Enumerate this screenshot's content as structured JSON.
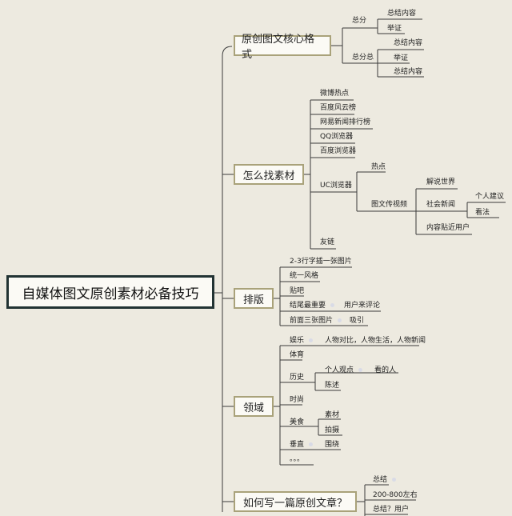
{
  "root": "自媒体图文原创素材必备技巧",
  "b1": {
    "title": "原创图文核心格式",
    "zongfen": "总分",
    "zf_1": "总结内容",
    "zf_2": "举证",
    "zongfenzong": "总分总",
    "zfz_1": "总结内容",
    "zfz_2": "举证",
    "zfz_3": "总结内容"
  },
  "b2": {
    "title": "怎么找素材",
    "s1": "微博热点",
    "s2": "百度风云榜",
    "s3": "网易新闻排行榜",
    "s4": "QQ浏览器",
    "s5": "百度浏览器",
    "uc": "UC浏览器",
    "uc_hot": "热点",
    "uc_video": "图文传视频",
    "v1": "解说世界",
    "v2": "社会新闻",
    "v2_a": "个人建议",
    "v2_b": "看法",
    "v3": "内容贴近用户",
    "s7": "友链"
  },
  "b3": {
    "title": "排版",
    "p1": "2-3行字插一张图片",
    "p2": "统一风格",
    "p3": "贴吧",
    "p4": "结尾最重要",
    "p4_a": "用户来评论",
    "p5": "前面三张图片",
    "p5_a": "吸引"
  },
  "b4": {
    "title": "领域",
    "d1": "娱乐",
    "d1_a": "人物对比，人物生活，人物新闻",
    "d2": "体育",
    "d3": "历史",
    "d3_a": "个人观点",
    "d3_a1": "看的人",
    "d3_b": "陈述",
    "d4": "时尚",
    "d5": "美食",
    "d5_a": "素材",
    "d5_b": "拍摄",
    "d6": "垂直",
    "d6_a": "围绕",
    "d7": "。。。"
  },
  "b5": {
    "title": "如何写一篇原创文章？",
    "w1": "总结",
    "w2": "200-800左右",
    "w3": "总结？用户"
  }
}
